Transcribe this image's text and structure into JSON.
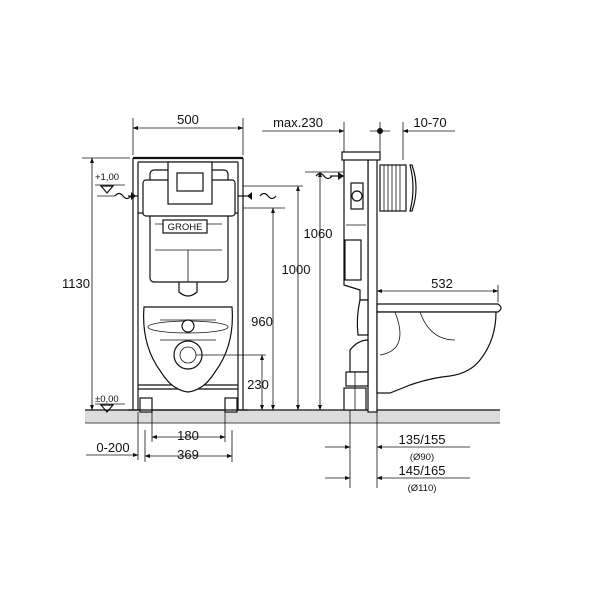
{
  "brand": "GROHE",
  "dimensions": {
    "frame_width": "500",
    "max_depth": "max.230",
    "adjust_depth": "10-70",
    "total_height": "1130",
    "height_1060": "1060",
    "height_1000": "1000",
    "height_960": "960",
    "height_230": "230",
    "spacing_180": "180",
    "width_369": "369",
    "offset_0_200": "0-200",
    "bowl_depth": "532",
    "pipe_1": "135/155",
    "pipe_1_dia": "(Ø90)",
    "pipe_2": "145/165",
    "pipe_2_dia": "(Ø110)"
  },
  "levels": {
    "upper": "+1,00",
    "floor": "±0,00"
  }
}
